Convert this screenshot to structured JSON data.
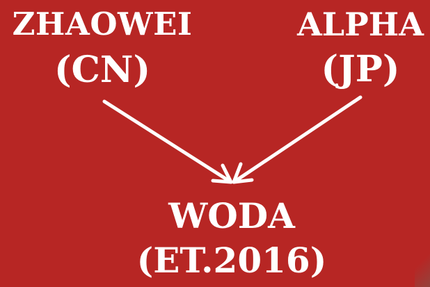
{
  "diagram": {
    "nodes": {
      "zhaowei": {
        "name": "ZHAOWEI",
        "sub": "(CN)"
      },
      "alpha": {
        "name": "ALPHA",
        "sub": "(JP)"
      },
      "woda": {
        "name": "WODA",
        "sub": "(ET.2016)"
      }
    },
    "edges": [
      {
        "from": "ZHAOWEI",
        "to": "WODA"
      },
      {
        "from": "ALPHA",
        "to": "WODA"
      }
    ]
  },
  "colors": {
    "background": "#b72624",
    "text": "#ffffff",
    "arrow": "#ffffff"
  }
}
